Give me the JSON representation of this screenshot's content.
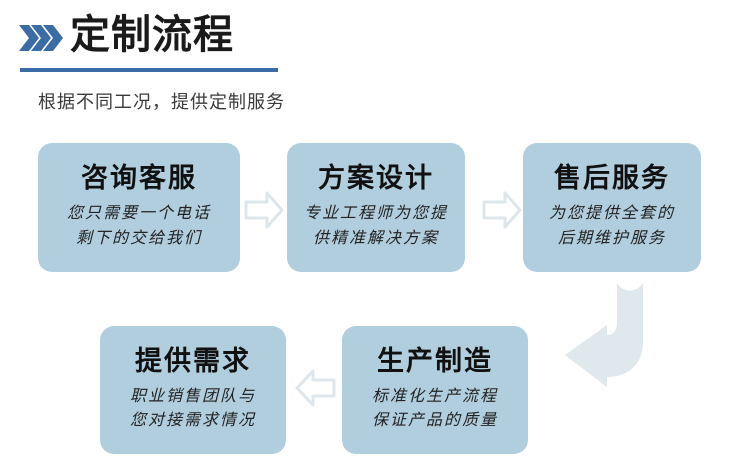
{
  "header": {
    "icon": "triple-chevron-right-icon",
    "title": "定制流程",
    "subtitle": "根据不同工况，提供定制服务",
    "accent_color": "#3c6ca6",
    "underline_color": "#3c6ca6"
  },
  "theme": {
    "box_fill": "#b1cede",
    "arrow_fill": "#dfe8ec",
    "arrow_stroke": "#d2e0e6",
    "page_background": "#ffffff",
    "title_color": "#1a1a1a",
    "body_text_color": "#222222"
  },
  "flow": {
    "steps": [
      {
        "id": "consult",
        "title": "咨询客服",
        "lines": [
          "您只需要一个电话",
          "剩下的交给我们"
        ]
      },
      {
        "id": "design",
        "title": "方案设计",
        "lines": [
          "专业工程师为您提",
          "供精准解决方案"
        ]
      },
      {
        "id": "aftersales",
        "title": "售后服务",
        "lines": [
          "为您提供全套的",
          "后期维护服务"
        ]
      },
      {
        "id": "demand",
        "title": "提供需求",
        "lines": [
          "职业销售团队与",
          "您对接需求情况"
        ]
      },
      {
        "id": "manufacture",
        "title": "生产制造",
        "lines": [
          "标准化生产流程",
          "保证产品的质量"
        ]
      }
    ],
    "connectors": [
      {
        "id": "connector-1",
        "icon": "arrow-right-icon",
        "from": "consult",
        "to": "design"
      },
      {
        "id": "connector-2",
        "icon": "arrow-right-icon",
        "from": "design",
        "to": "aftersales"
      },
      {
        "id": "connector-3",
        "icon": "arrow-bend-down-left-icon",
        "from": "aftersales",
        "to": "manufacture"
      },
      {
        "id": "connector-4",
        "icon": "arrow-left-icon",
        "from": "manufacture",
        "to": "demand"
      }
    ]
  }
}
